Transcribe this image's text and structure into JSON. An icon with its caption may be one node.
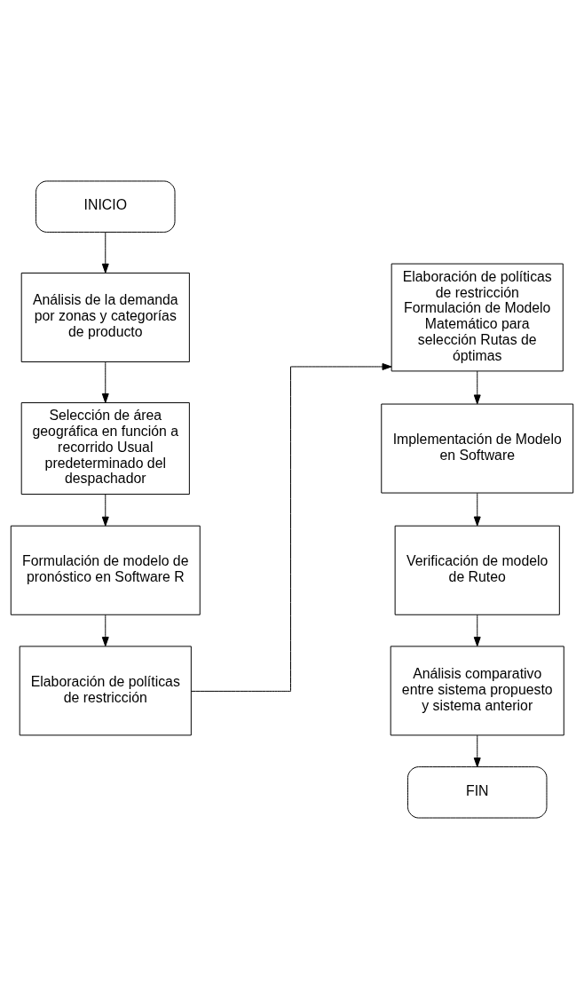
{
  "diagram": {
    "nodes": [
      {
        "text": [
          "INICIO"
        ]
      },
      {
        "text": [
          "Análisis de la demanda por zonas y categorías de producto"
        ]
      },
      {
        "text": [
          "Selección de área geográfica en función a recorrido Usual predeterminado del despachador"
        ]
      },
      {
        "text": [
          "Formulación de modelo de pronóstico en Software R"
        ]
      },
      {
        "text": [
          "Elaboración de políticas de restricción"
        ]
      },
      {
        "text": [
          "Elaboración de políticas de restricción Formulación de Modelo Matemático para selección Rutas de óptimas"
        ]
      },
      {
        "text": [
          "Implementación de Modelo en Software"
        ]
      },
      {
        "text": [
          "Verificación de modelo de Ruteo"
        ]
      },
      {
        "text": [
          "Análisis comparativo entre sistema propuesto y sistema anterior"
        ]
      },
      {
        "text": [
          "FIN"
        ]
      }
    ],
    "edges": [
      {
        "from": 0,
        "to": 1,
        "arrow": "to"
      },
      {
        "from": 1,
        "to": 2,
        "arrow": "to"
      },
      {
        "from": 2,
        "to": 3,
        "arrow": "to"
      },
      {
        "from": 3,
        "to": 4,
        "arrow": "to"
      },
      {
        "from": 4,
        "to": 5,
        "arrow": "to"
      },
      {
        "from": 5,
        "to": 6,
        "arrow": "to"
      },
      {
        "from": 6,
        "to": 7,
        "arrow": "to"
      },
      {
        "from": 7,
        "to": 8,
        "arrow": "to"
      },
      {
        "from": 8,
        "to": 9,
        "arrow": "to"
      }
    ]
  }
}
